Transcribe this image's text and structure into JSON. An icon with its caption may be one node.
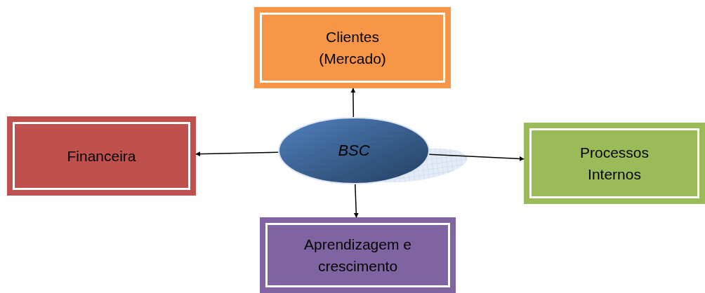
{
  "diagram": {
    "nodes": [
      {
        "text": [
          "Clientes (Mercado)"
        ]
      },
      {
        "text": [
          "Financeira"
        ]
      },
      {
        "text": [
          "BSC"
        ]
      },
      {
        "text": [
          "Processos Internos"
        ]
      },
      {
        "text": [
          "Aprendizagem e crescimento"
        ]
      }
    ],
    "edges": [
      {
        "from": 2,
        "to": 0,
        "arrow": "to"
      },
      {
        "from": 2,
        "to": 1,
        "arrow": "to"
      },
      {
        "from": 2,
        "to": 3,
        "arrow": "to"
      },
      {
        "from": 2,
        "to": 4,
        "arrow": "to"
      }
    ]
  }
}
